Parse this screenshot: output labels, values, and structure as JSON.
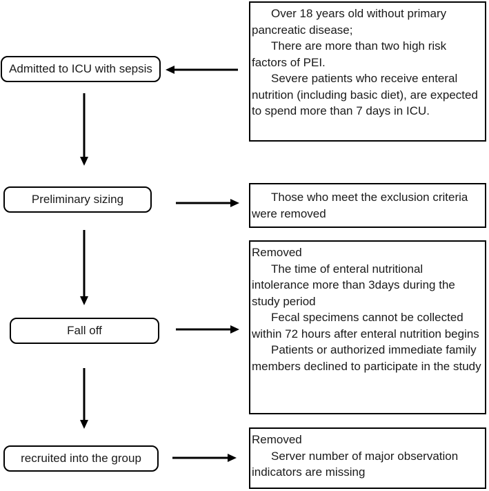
{
  "figure": {
    "type": "flowchart",
    "colors": {
      "line": "#000000",
      "background": "#ffffff",
      "text": "#1a1a1a"
    },
    "left_boxes": [
      {
        "label": "Admitted to ICU with sepsis"
      },
      {
        "label": "Preliminary sizing"
      },
      {
        "label": "Fall off"
      },
      {
        "label": "recruited into the group"
      }
    ],
    "right_boxes": [
      {
        "paragraphs": [
          "Over 18 years old without primary pancreatic disease;",
          "There are more than two high risk factors of PEI.",
          "Severe patients who receive enteral nutrition (including basic diet), are expected to spend more than 7 days in ICU."
        ]
      },
      {
        "paragraphs": [
          "Those who meet the exclusion criteria were removed"
        ]
      },
      {
        "heading": "Removed",
        "paragraphs": [
          "The time of enteral nutritional intolerance more than 3days during the study period",
          "Fecal specimens cannot be collected within 72 hours after enteral nutrition begins",
          "Patients or authorized immediate family members declined to participate in the study"
        ]
      },
      {
        "heading": "Removed",
        "paragraphs": [
          "Server number of major observation indicators are missing"
        ]
      }
    ]
  }
}
